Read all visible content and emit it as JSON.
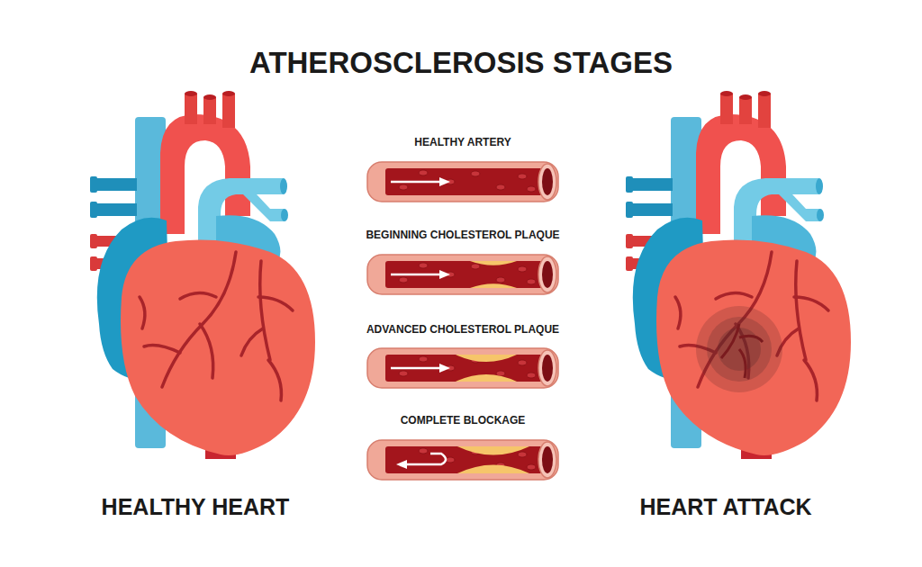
{
  "diagram": {
    "title": "ATHEROSCLEROSIS STAGES",
    "labels": [
      "HEALTHY ARTERY",
      "BEGINNING CHOLESTEROL PLAQUE",
      "ADVANCED CHOLESTEROL PLAQUE",
      "COMPLETE BLOCKAGE",
      "HEALTHY HEART",
      "HEART ATTACK"
    ]
  }
}
